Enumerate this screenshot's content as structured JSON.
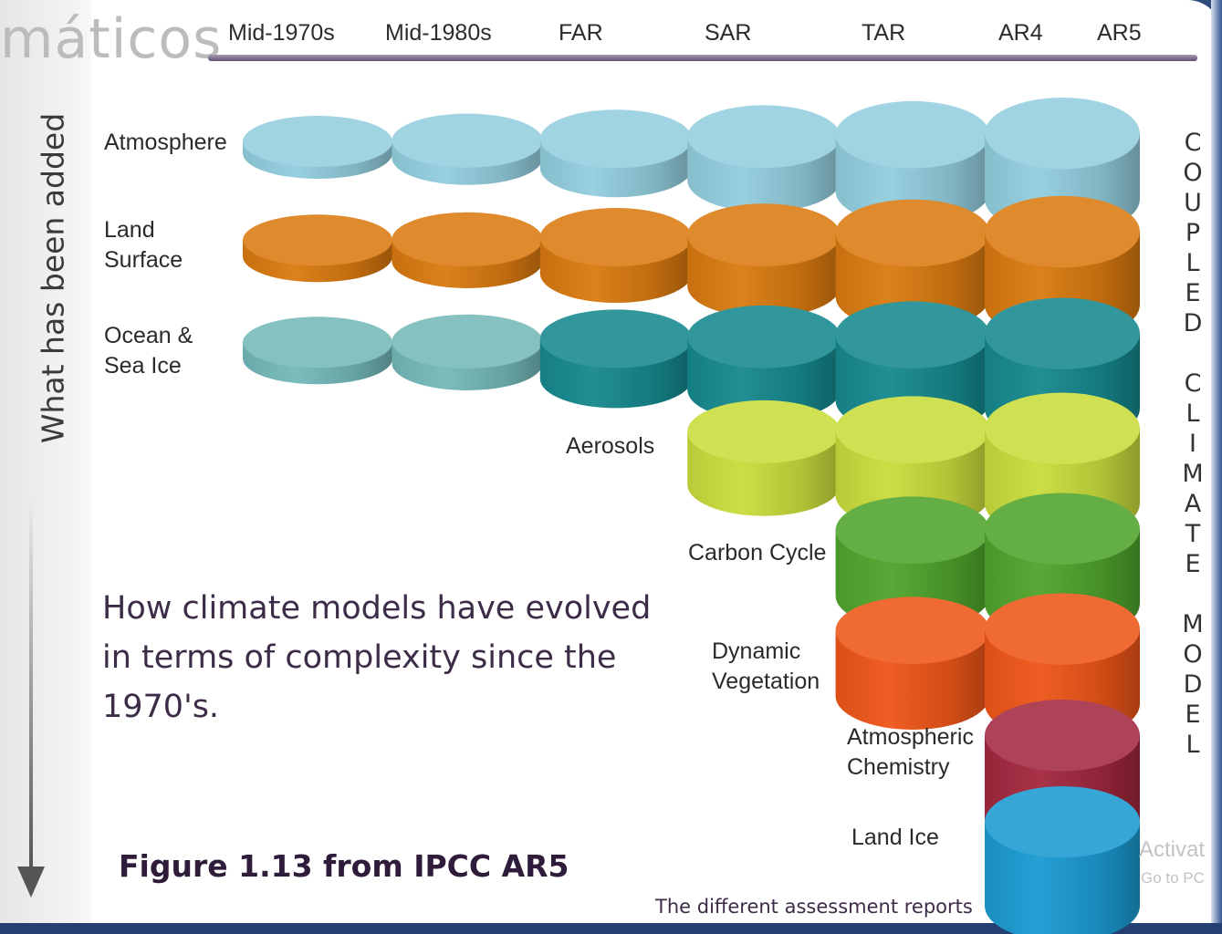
{
  "overlay_word": "máticos",
  "side_label": "What has been added",
  "reports": [
    "Mid-1970s",
    "Mid-1980s",
    "FAR",
    "SAR",
    "TAR",
    "AR4",
    "AR5"
  ],
  "components": [
    {
      "name": "Atmosphere",
      "label": [
        "Atmosphere"
      ],
      "color": "#93cede",
      "start": 0
    },
    {
      "name": "Land Surface",
      "label": [
        "Land",
        "Surface"
      ],
      "color": "#d97a10",
      "start": 0
    },
    {
      "name": "Ocean & Sea Ice",
      "label": [
        "Ocean &",
        "Sea Ice"
      ],
      "color": "#16898e",
      "early_color": "#74b9b9",
      "early_count": 2,
      "start": 0
    },
    {
      "name": "Aerosols",
      "label": [
        "Aerosols"
      ],
      "color": "#c9dc3c",
      "start": 3
    },
    {
      "name": "Carbon Cycle",
      "label": [
        "Carbon Cycle"
      ],
      "color": "#4fa42c",
      "start": 4
    },
    {
      "name": "Dynamic Vegetation",
      "label": [
        "Dynamic",
        "Vegetation"
      ],
      "color": "#ee5618",
      "start": 4
    },
    {
      "name": "Atmospheric Chemistry",
      "label": [
        "Atmospheric",
        "Chemistry"
      ],
      "color": "#a3283f",
      "start": 5
    },
    {
      "name": "Land Ice",
      "label": [
        "Land Ice"
      ],
      "color": "#1b9ad2",
      "start": 5
    }
  ],
  "caption": [
    "How climate models have evolved",
    "in terms of complexity since the",
    "1970's."
  ],
  "figure_ref": "Figure 1.13 from IPCC AR5",
  "assessment_note": "The different assessment reports",
  "coupled_label": [
    "C",
    "O",
    "U",
    "P",
    "L",
    "E",
    "D",
    "",
    "C",
    "L",
    "I",
    "M",
    "A",
    "T",
    "E",
    "",
    "M",
    "O",
    "D",
    "E",
    "L"
  ],
  "watermark": [
    "Activat",
    "Go to PC"
  ]
}
